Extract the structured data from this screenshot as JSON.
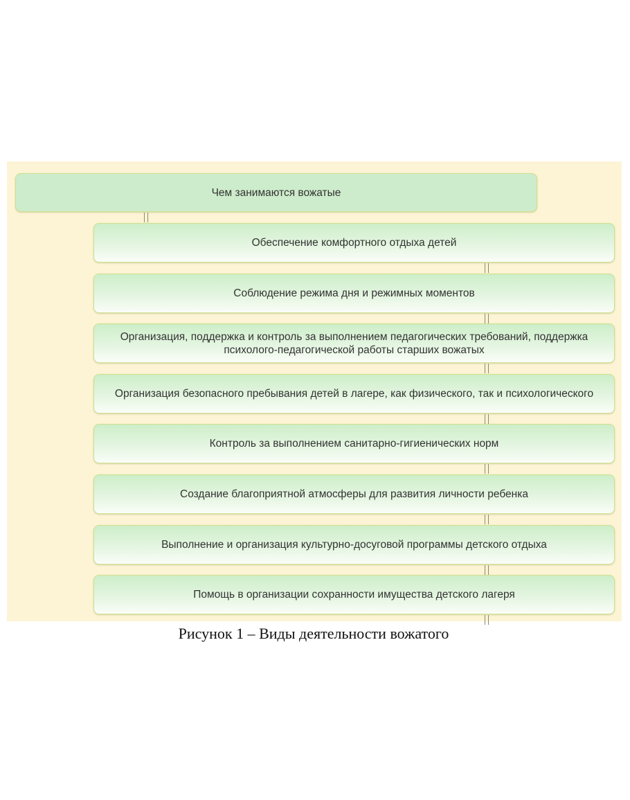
{
  "diagram": {
    "root": "Чем занимаются вожатые",
    "items": [
      "Обеспечение комфортного отдыха детей",
      "Соблюдение режима дня и режимных моментов",
      "Организация, поддержка и контроль за выполнением педагогических требований, поддержка психолого-педагогической работы старших вожатых",
      "Организация безопасного пребывания детей в лагере, как физического, так и психологического",
      "Контроль за выполнением санитарно-гигиенических норм",
      "Создание благоприятной атмосферы для развития личности ребенка",
      "Выполнение и организация культурно-досуговой программы детского отдыха",
      "Помощь в организации сохранности имущества детского лагеря"
    ],
    "colors": {
      "panel": "#fdf4d6",
      "box": "#cdeec9",
      "border": "#cfe08e"
    }
  },
  "caption": "Рисунок 1 – Виды деятельности вожатого"
}
